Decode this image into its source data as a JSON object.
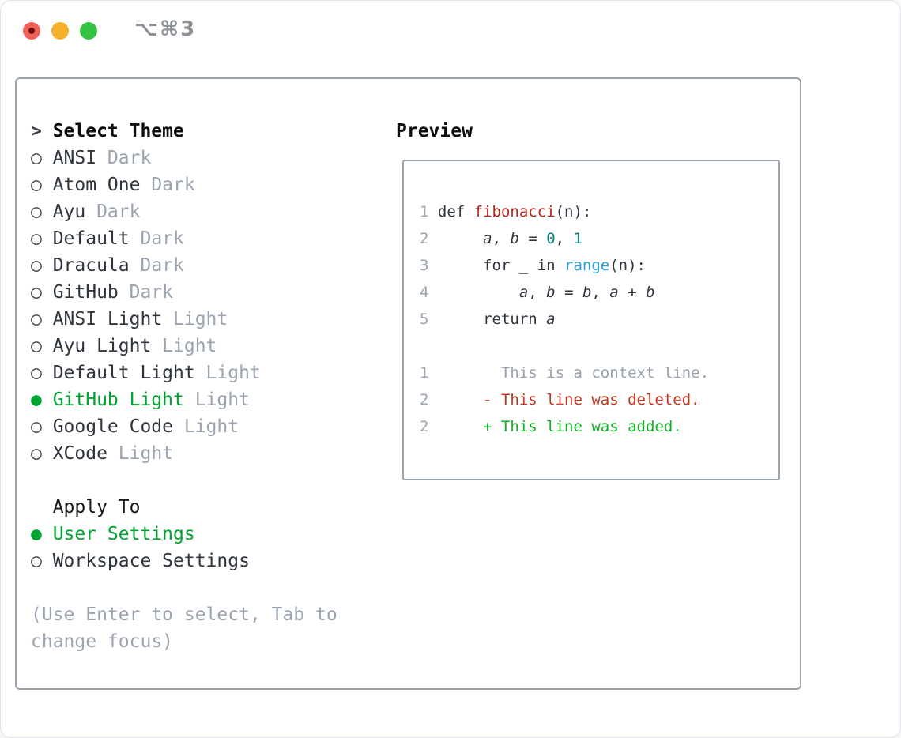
{
  "titlebar": {
    "shortcut_label": "⌥⌘3"
  },
  "icons": {
    "radio_selected": "●",
    "radio_unselected": "○",
    "focus_caret": ">"
  },
  "colors": {
    "accent_green": "#00a32f",
    "added_green": "#0db321",
    "deleted_red": "#c6361f",
    "function_red": "#b3241c",
    "number_teal": "#0b7f81",
    "builtin_blue": "#2b9fd4",
    "text_dark": "#2f353d",
    "muted_gray": "#9aa4b1",
    "panel_border": "#9aa3ae",
    "traffic_red": "#f1615a",
    "traffic_yellow": "#f5b02e",
    "traffic_green": "#35c144"
  },
  "theme_list": {
    "header": "Select Theme",
    "items": [
      {
        "name": "ANSI",
        "variant": "Dark",
        "selected": false
      },
      {
        "name": "Atom One",
        "variant": "Dark",
        "selected": false
      },
      {
        "name": "Ayu",
        "variant": "Dark",
        "selected": false
      },
      {
        "name": "Default",
        "variant": "Dark",
        "selected": false
      },
      {
        "name": "Dracula",
        "variant": "Dark",
        "selected": false
      },
      {
        "name": "GitHub",
        "variant": "Dark",
        "selected": false
      },
      {
        "name": "ANSI Light",
        "variant": "Light",
        "selected": false
      },
      {
        "name": "Ayu Light",
        "variant": "Light",
        "selected": false
      },
      {
        "name": "Default Light",
        "variant": "Light",
        "selected": false
      },
      {
        "name": "GitHub Light",
        "variant": "Light",
        "selected": true
      },
      {
        "name": "Google Code",
        "variant": "Light",
        "selected": false
      },
      {
        "name": "XCode",
        "variant": "Light",
        "selected": false
      }
    ]
  },
  "apply_to": {
    "header": "Apply To",
    "options": [
      {
        "label": "User Settings",
        "selected": true
      },
      {
        "label": "Workspace Settings",
        "selected": false
      }
    ]
  },
  "hint": "(Use Enter to select, Tab to change focus)",
  "preview": {
    "header": "Preview",
    "lines": [
      {
        "num": "1",
        "segments": [
          {
            "text": "def ",
            "style": "code"
          },
          {
            "text": "fibonacci",
            "style": "function"
          },
          {
            "text": "(n):",
            "style": "code"
          }
        ]
      },
      {
        "num": "2",
        "segments": [
          {
            "text": "     ",
            "style": "code"
          },
          {
            "text": "a",
            "style": "variable"
          },
          {
            "text": ", ",
            "style": "code"
          },
          {
            "text": "b",
            "style": "variable"
          },
          {
            "text": " = ",
            "style": "code"
          },
          {
            "text": "0",
            "style": "number"
          },
          {
            "text": ", ",
            "style": "code"
          },
          {
            "text": "1",
            "style": "number"
          }
        ]
      },
      {
        "num": "3",
        "segments": [
          {
            "text": "     for _ in ",
            "style": "code"
          },
          {
            "text": "range",
            "style": "builtin"
          },
          {
            "text": "(n):",
            "style": "code"
          }
        ]
      },
      {
        "num": "4",
        "segments": [
          {
            "text": "         ",
            "style": "code"
          },
          {
            "text": "a",
            "style": "variable"
          },
          {
            "text": ", ",
            "style": "code"
          },
          {
            "text": "b",
            "style": "variable"
          },
          {
            "text": " = ",
            "style": "code"
          },
          {
            "text": "b",
            "style": "variable"
          },
          {
            "text": ", ",
            "style": "code"
          },
          {
            "text": "a",
            "style": "variable"
          },
          {
            "text": " + ",
            "style": "code"
          },
          {
            "text": "b",
            "style": "variable"
          }
        ]
      },
      {
        "num": "5",
        "segments": [
          {
            "text": "     return ",
            "style": "code"
          },
          {
            "text": "a",
            "style": "variable"
          }
        ]
      },
      {
        "num": "",
        "segments": []
      },
      {
        "num": "1",
        "segments": [
          {
            "text": "       This is a context line.",
            "style": "context"
          }
        ]
      },
      {
        "num": "2",
        "segments": [
          {
            "text": "     ",
            "style": "code"
          },
          {
            "text": "- This line was deleted.",
            "style": "deleted"
          }
        ]
      },
      {
        "num": "2",
        "segments": [
          {
            "text": "     ",
            "style": "code"
          },
          {
            "text": "+ This line was added.",
            "style": "added"
          }
        ]
      }
    ]
  }
}
